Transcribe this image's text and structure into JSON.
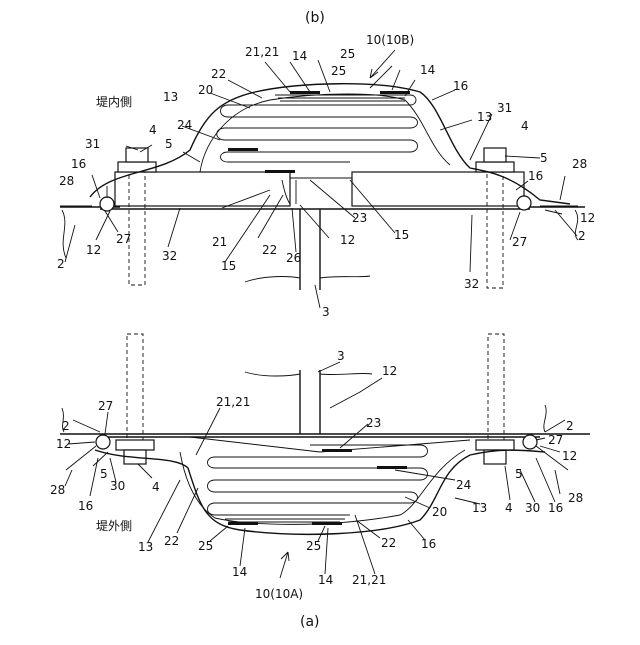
{
  "caption_b": "(b)",
  "caption_a": "(a)",
  "panel_b": {
    "ref_10": "10(10B)",
    "ref_21_top": "21,21",
    "ref_14_a": "14",
    "ref_14_b": "14",
    "ref_25_a": "25",
    "ref_25_b": "25",
    "ref_22": "22",
    "ref_20": "20",
    "ref_16_r": "16",
    "side_label": "堤内側",
    "ref_13_l": "13",
    "ref_13_r": "13",
    "ref_31_r": "31",
    "ref_24": "24",
    "ref_4_l": "4",
    "ref_4_r": "4",
    "ref_31_l": "31",
    "ref_5_l": "5",
    "ref_5_r": "5",
    "ref_28_r": "28",
    "ref_16_l": "16",
    "ref_16_r2": "16",
    "ref_28_l": "28",
    "ref_12_r": "12",
    "ref_23": "23",
    "ref_15_r": "15",
    "ref_2_r": "2",
    "ref_27_l": "27",
    "ref_12_l": "12",
    "ref_21_b": "21",
    "ref_22_b": "22",
    "ref_12_m": "12",
    "ref_27_r": "27",
    "ref_2_l": "2",
    "ref_32_l": "32",
    "ref_15_l": "15",
    "ref_26": "26",
    "ref_32_r": "32",
    "ref_3": "3"
  },
  "panel_a": {
    "ref_3": "3",
    "ref_12_t": "12",
    "ref_21_t": "21,21",
    "ref_2_l": "2",
    "ref_2_r": "2",
    "ref_27_l": "27",
    "ref_23": "23",
    "ref_27_r": "27",
    "ref_12_l": "12",
    "ref_12_r": "12",
    "ref_5_l": "5",
    "ref_5_r": "5",
    "ref_30_l": "30",
    "ref_4_l": "4",
    "ref_24": "24",
    "ref_28_l": "28",
    "ref_28_r": "28",
    "ref_16_l": "16",
    "ref_13_r": "13",
    "ref_4_r": "4",
    "ref_30_r": "30",
    "ref_16_r": "16",
    "ref_20": "20",
    "side_label": "堤外側",
    "ref_13_l": "13",
    "ref_22_l": "22",
    "ref_22_r": "22",
    "ref_16_b": "16",
    "ref_25_l": "25",
    "ref_25_r": "25",
    "ref_14_l": "14",
    "ref_14_r": "14",
    "ref_21_b": "21,21",
    "ref_10": "10(10A)"
  }
}
